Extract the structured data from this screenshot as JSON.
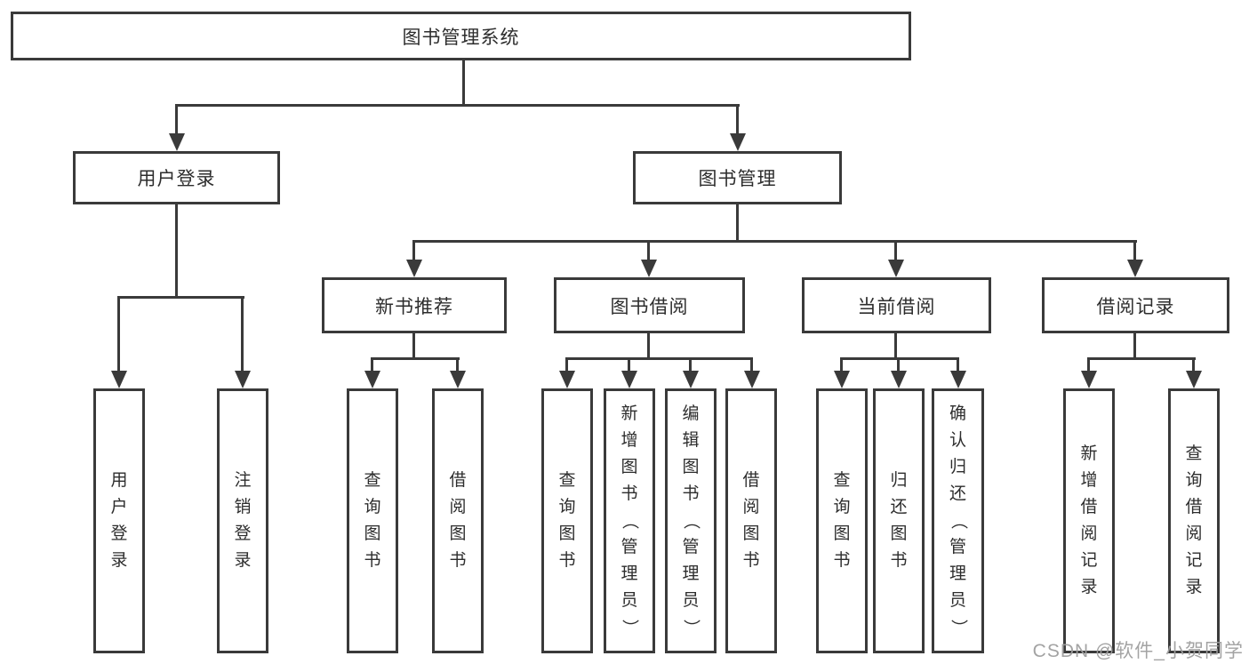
{
  "diagram": {
    "root": "图书管理系统",
    "level2": {
      "user_login": "用户登录",
      "book_mgmt": "图书管理"
    },
    "level3": {
      "new_books": "新书推荐",
      "borrow": "图书借阅",
      "current": "当前借阅",
      "records": "借阅记录"
    },
    "leaves": {
      "user": [
        "用户登录",
        "注销登录"
      ],
      "new_books": [
        "查询图书",
        "借阅图书"
      ],
      "borrow": [
        "查询图书",
        "新增图书（管理员）",
        "编辑图书（管理员）",
        "借阅图书"
      ],
      "current": [
        "查询图书",
        "归还图书",
        "确认归还（管理员）"
      ],
      "records": [
        "新增借阅记录",
        "查询借阅记录"
      ]
    }
  },
  "watermark": "CSDN @软件_小贺同学",
  "colors": {
    "line": "#3a3a3a",
    "text": "#2d2d2d",
    "box_background": "#ffffff",
    "watermark": "#9e9e9e",
    "background": "#ffffff"
  }
}
